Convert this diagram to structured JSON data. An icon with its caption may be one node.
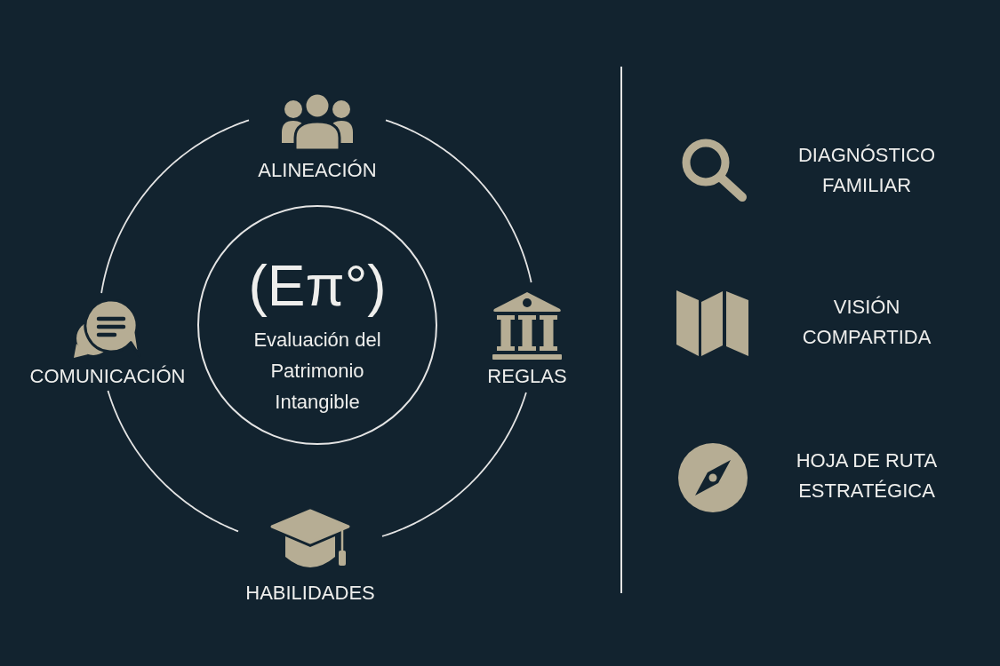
{
  "diagram": {
    "nodes": [
      {
        "text": [
          "ALINEACIÓN"
        ]
      },
      {
        "text": [
          "(Eπ°)",
          "Evaluación del Patrimonio Intangible"
        ]
      },
      {
        "text": [
          "COMUNICACIÓN"
        ]
      },
      {
        "text": [
          "REGLAS"
        ]
      },
      {
        "text": [
          "HABILIDADES"
        ]
      }
    ],
    "edges": [
      {
        "from": 0,
        "to": 3,
        "arrow": "none"
      },
      {
        "from": 3,
        "to": 4,
        "arrow": "none"
      },
      {
        "from": 4,
        "to": 2,
        "arrow": "none"
      },
      {
        "from": 2,
        "to": 0,
        "arrow": "none"
      }
    ],
    "labels": [
      "DIAGNÓSTICO FAMILIAR",
      "VISIÓN COMPARTIDA",
      "HOJA DE RUTA ESTRATÉGICA"
    ]
  }
}
